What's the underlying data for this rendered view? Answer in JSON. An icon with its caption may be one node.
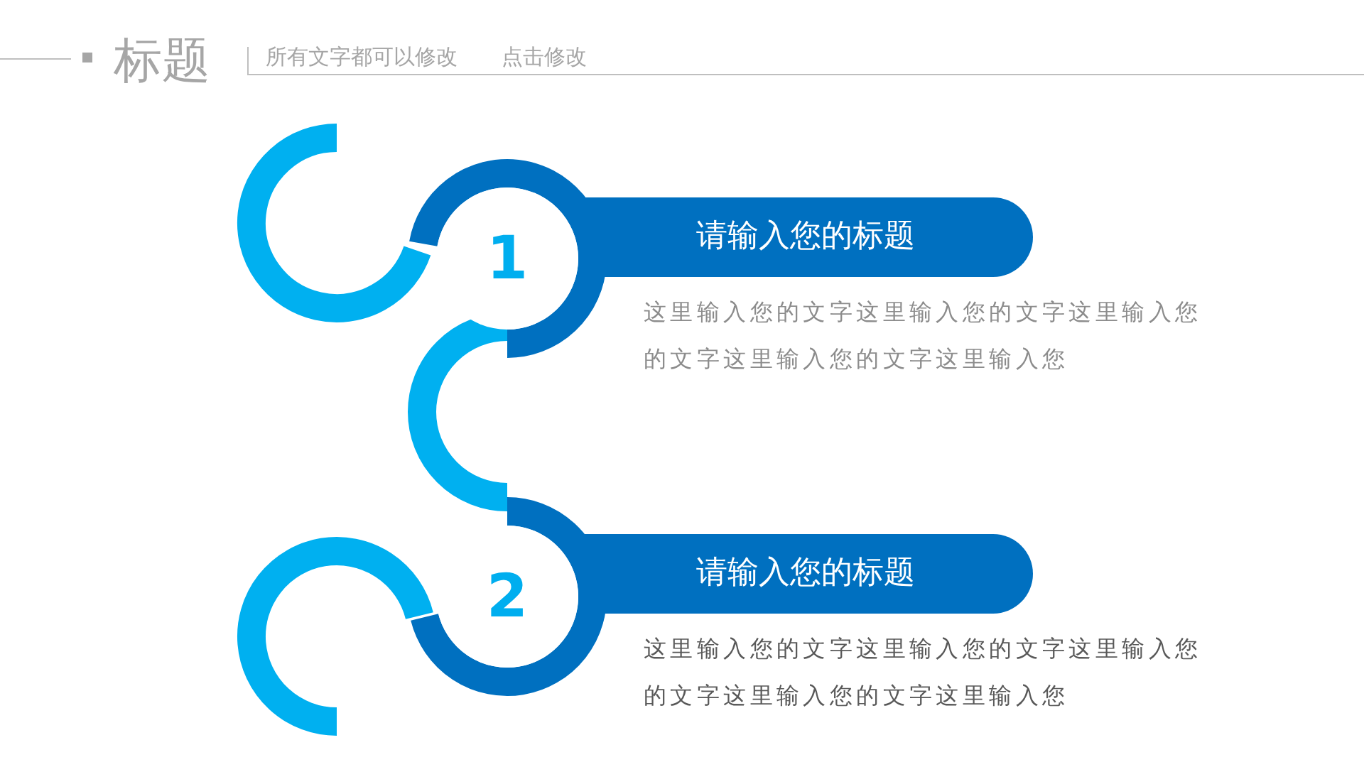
{
  "diagram": {
    "title": "标题",
    "nodes": [
      {
        "text": [
          "1"
        ]
      },
      {
        "text": [
          "请输入您的标题"
        ],
        "beside": [
          "这里输入您的文字这里输入您的文字这里输入您的文字这里输入您的文字这里输入您"
        ]
      },
      {
        "text": [
          "2"
        ]
      },
      {
        "text": [
          "请输入您的标题"
        ],
        "beside": [
          "这里输入您的文字这里输入您的文字这里输入您的文字这里输入您的文字这里输入您"
        ]
      }
    ],
    "labels": [
      "所有文字都可以修改",
      "点击修改"
    ]
  }
}
